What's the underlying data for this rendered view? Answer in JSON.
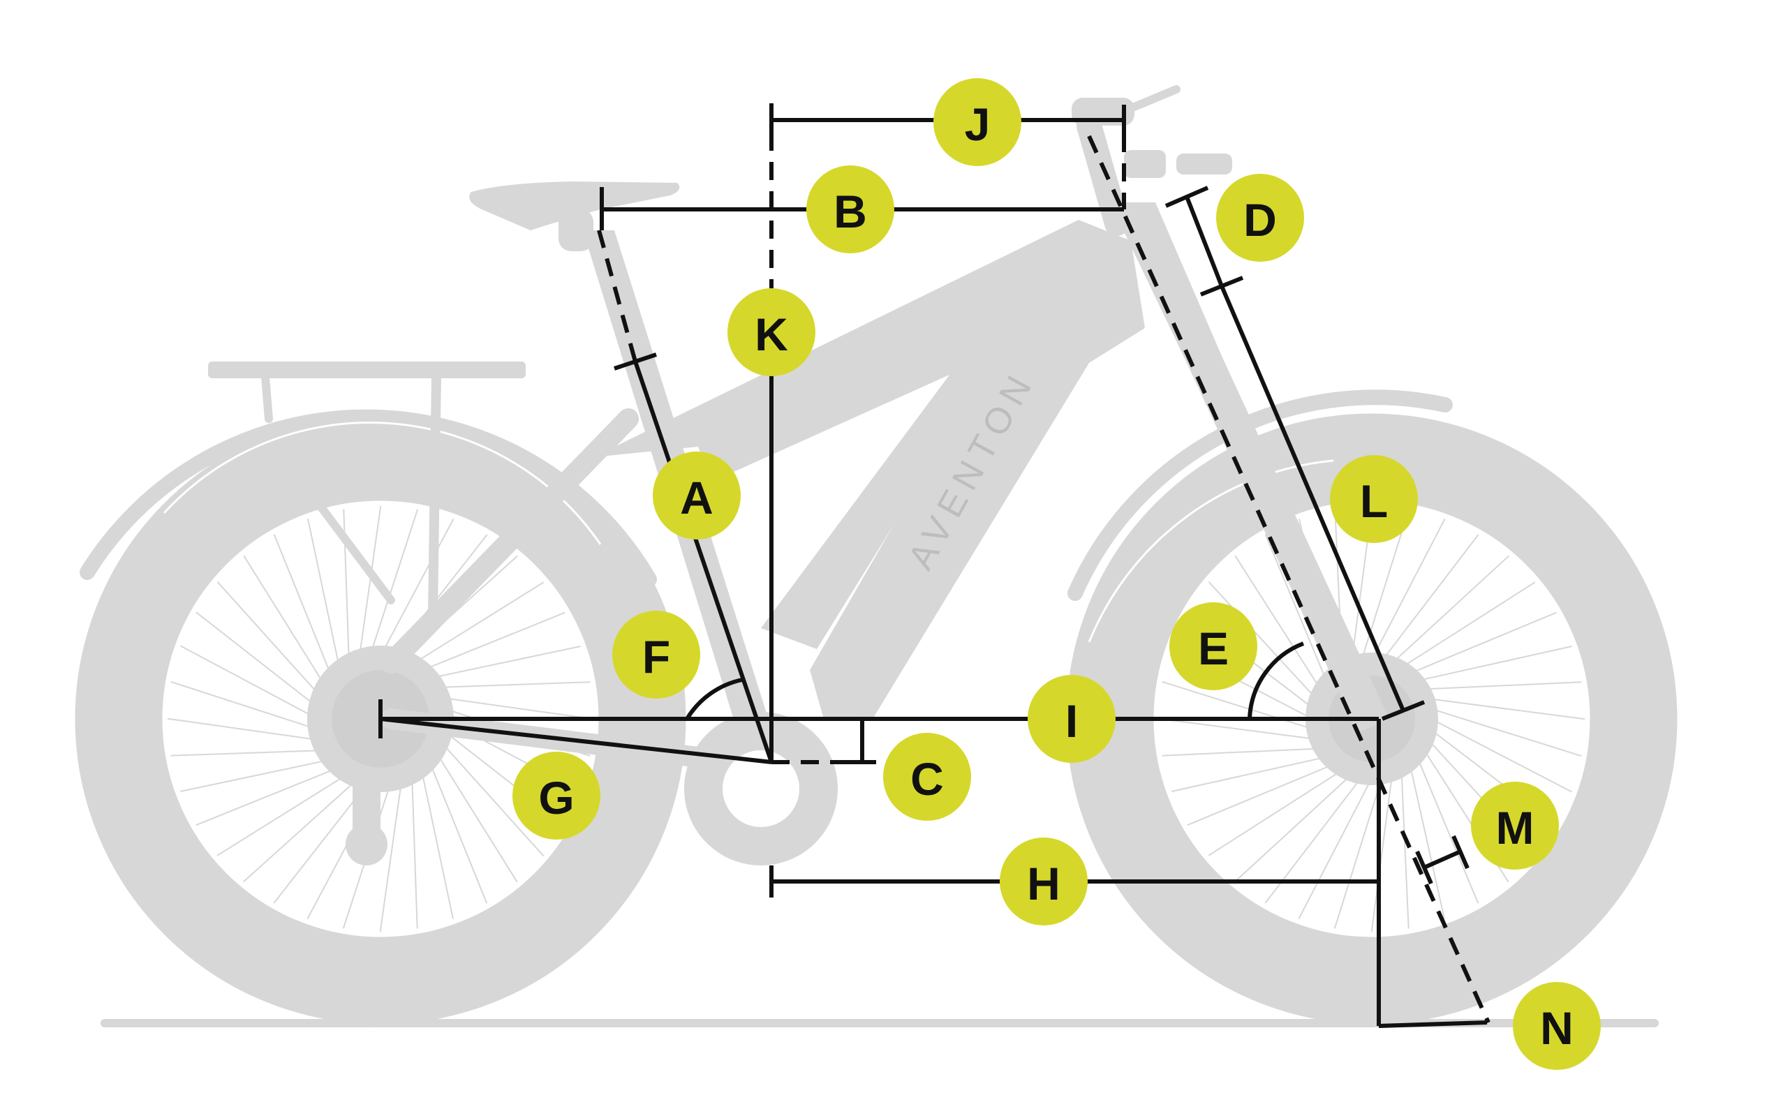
{
  "brand": "AVENTON",
  "colors": {
    "bike": "#d7d7d7",
    "lines": "#111111",
    "badge": "#d5d82b"
  },
  "labels": {
    "A": "A",
    "B": "B",
    "C": "C",
    "D": "D",
    "E": "E",
    "F": "F",
    "G": "G",
    "H": "H",
    "I": "I",
    "J": "J",
    "K": "K",
    "L": "L",
    "M": "M",
    "N": "N"
  }
}
